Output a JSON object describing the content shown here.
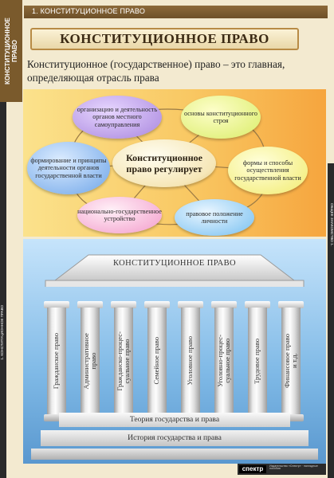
{
  "header": {
    "section_label": "1. КОНСТИТУЦИОННОЕ ПРАВО",
    "side_tab": "КОНСТИТУЦИОННОЕ ПРАВО",
    "side_strip_left": "1. КОНСТИТУЦИОННОЕ ПРАВО",
    "side_strip_right": "ОБЩЕЕ ЗНАКОМСТВО 1."
  },
  "title": "КОНСТИТУЦИОННОЕ ПРАВО",
  "definition": "Конституционное (государственное) право – это главная, определяющая отрасль права",
  "diagram": {
    "center": "Конституционное право регулирует",
    "nodes": {
      "top_left": "организацию и деятельность органов местного самоуправления",
      "top_right": "основы конституционного строя",
      "mid_left": "формирование и принципы деятельности органов государственной власти",
      "mid_right": "формы и способы осуществления государственной власти",
      "bottom_left": "национально-государственное устройство",
      "bottom_right": "правовое положение личности"
    }
  },
  "temple": {
    "pediment": "КОНСТИТУЦИОННОЕ ПРАВО",
    "columns": [
      "Гражданское право",
      "Администра­тивное\nправо",
      "Гражданско-процес-\nсуальное право",
      "Семейное право",
      "Уголовное право",
      "Уголовно-процес-\nсуальное право",
      "Трудовое право",
      "Финансовое право\nи т.д."
    ],
    "step_top": "Теория государства и права",
    "step_bottom": "История государства и права"
  },
  "footer": {
    "logo": "спектр",
    "publisher_text": "Издательство «Спектр» · наглядные пособия"
  },
  "colors": {
    "header_brown": "#7a5a2c",
    "diagram_yellow": "#fbe28c",
    "diagram_orange": "#f6a53e",
    "sky_blue": "#7fb9e6"
  }
}
